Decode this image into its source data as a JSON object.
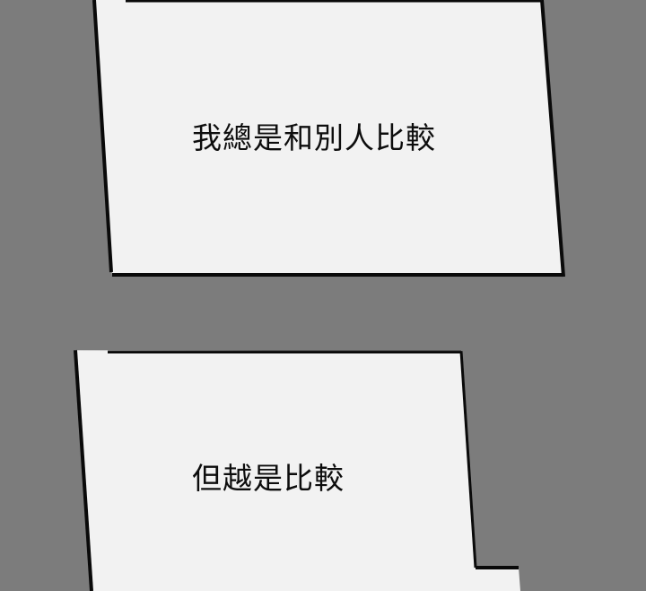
{
  "page": {
    "background_color": "#7c7c7c",
    "panel_fill_color": "#f2f2f2",
    "panel_border_color": "#0a0a0a"
  },
  "panels": [
    {
      "id": "panel-1",
      "caption": "我總是和別人比較"
    },
    {
      "id": "panel-2",
      "caption": "但越是比較"
    }
  ]
}
